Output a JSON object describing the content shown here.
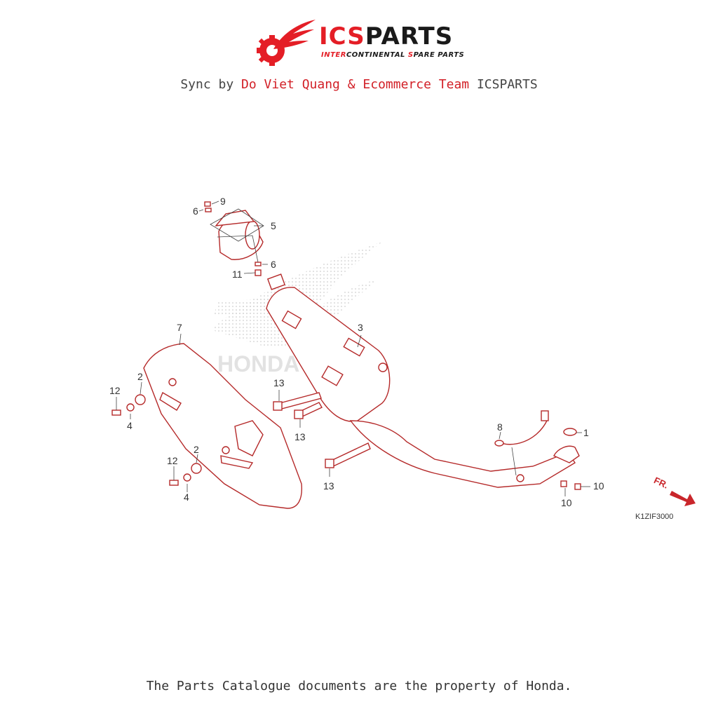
{
  "brand": {
    "name_part1": "ICS",
    "name_part2": "PARTS",
    "tagline_segments": [
      {
        "text": "INTER",
        "accent": true
      },
      {
        "text": "CONTINENTAL ",
        "accent": false
      },
      {
        "text": "S",
        "accent": true
      },
      {
        "text": "PARE PARTS",
        "accent": false
      }
    ],
    "accent_color": "#e41e26"
  },
  "sync_line": {
    "prefix": "Sync by",
    "highlight": "Do Viet Quang & Ecommerce Team",
    "suffix": "ICSPARTS"
  },
  "diagram": {
    "watermark": "HONDA",
    "diagram_code": "K1ZIF3000",
    "front_marker": "FR.",
    "callouts": [
      "9",
      "6",
      "5",
      "11",
      "6",
      "3",
      "7",
      "2",
      "12",
      "4",
      "13",
      "13",
      "13",
      "2",
      "12",
      "4",
      "8",
      "1",
      "10",
      "10"
    ]
  },
  "footer": {
    "text": "The Parts Catalogue documents are the property of Honda."
  }
}
